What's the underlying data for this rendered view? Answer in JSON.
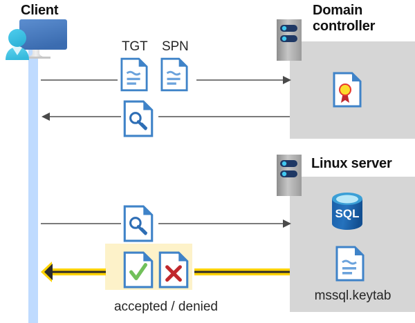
{
  "diagram": {
    "type": "kerberos-authentication-flow",
    "actors": {
      "client": {
        "title": "Client",
        "icon": "user-monitor-icon"
      },
      "domain_controller": {
        "title_line1": "Domain",
        "title_line2": "controller",
        "title": "Domain controller",
        "server_icon": "server-rack-icon",
        "contents": [
          {
            "icon": "certificate-document-icon",
            "label": ""
          }
        ]
      },
      "linux_server": {
        "title": "Linux server",
        "server_icon": "server-rack-icon",
        "contents": [
          {
            "icon": "sql-database-icon",
            "label": "SQL"
          },
          {
            "icon": "document-icon",
            "label": "mssql.keytab"
          }
        ]
      }
    },
    "messages": [
      {
        "id": "msg-tgt-spn-request",
        "direction": "client-to-domain-controller",
        "style": "thin-gray-arrow",
        "labels": [
          "TGT",
          "SPN"
        ],
        "icons": [
          "document-icon",
          "document-icon"
        ]
      },
      {
        "id": "msg-service-ticket-response",
        "direction": "domain-controller-to-client",
        "style": "thin-gray-arrow",
        "labels": [],
        "icons": [
          "key-document-icon"
        ]
      },
      {
        "id": "msg-ticket-presentation",
        "direction": "client-to-linux-server",
        "style": "thin-gray-arrow",
        "labels": [],
        "icons": [
          "key-document-icon"
        ]
      },
      {
        "id": "msg-auth-result",
        "direction": "linux-server-to-client",
        "style": "thick-yellow-arrow",
        "labels": [
          "accepted / denied"
        ],
        "icons": [
          "accepted-document-icon",
          "denied-document-icon"
        ]
      }
    ],
    "labels": {
      "tgt": "TGT",
      "spn": "SPN",
      "sql": "SQL",
      "keytab_file": "mssql.keytab",
      "accepted_denied": "accepted / denied"
    },
    "colors": {
      "panel_gray": "#d6d6d6",
      "lifeline_blue": "#bfdbff",
      "highlight_yellow": "#fdf2c9",
      "arrow_gray": "#595959",
      "arrow_yellow": "#ffd300",
      "doc_blue": "#3f83c8",
      "accent_green": "#71c05a",
      "accent_red": "#c0282d",
      "sql_blue": "#17599c",
      "server_navy": "#1f3864",
      "server_cyan": "#41c8f0",
      "monitor_blue": "#4a79be",
      "person_cyan": "#32bde0",
      "cert_gold": "#fcdc2a"
    }
  }
}
